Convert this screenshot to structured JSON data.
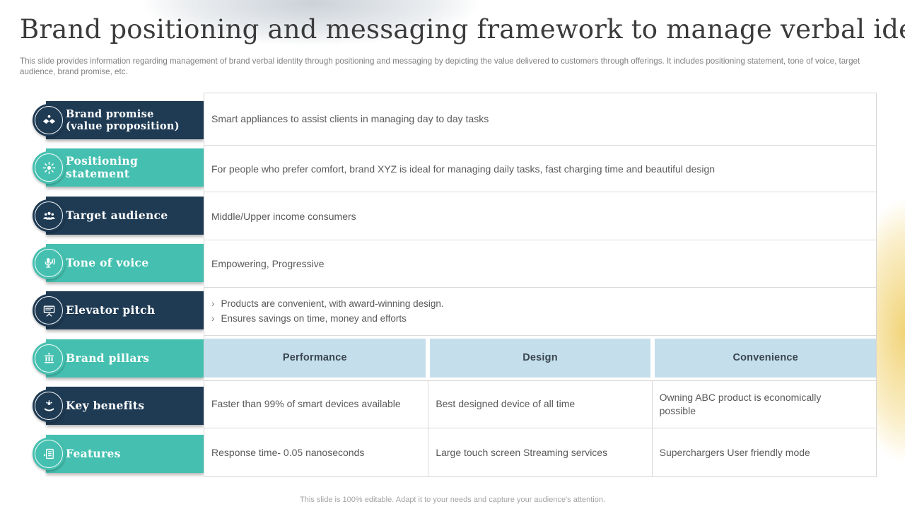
{
  "slide": {
    "title": "Brand positioning and messaging framework to manage verbal identity",
    "subtitle": "This slide provides information regarding management of brand verbal identity through positioning and messaging by depicting the value delivered to customers through offerings. It includes positioning statement, tone of voice, target audience, brand promise, etc.",
    "footer": "This slide is 100% editable. Adapt it to your needs and capture your audience's attention."
  },
  "colors": {
    "navy": "#1f3b54",
    "teal": "#45c0b0",
    "header_blue": "#c5deeb",
    "body_text": "#595959",
    "line": "#d9d9d9"
  },
  "bullet_marker": "›",
  "sidebar": {
    "items": [
      {
        "label_line1": "Brand promise",
        "label_line2": "(value proposition)",
        "icon": "handshake-icon"
      },
      {
        "label": "Positioning statement",
        "icon": "idea-burst-icon"
      },
      {
        "label": "Target audience",
        "icon": "audience-icon"
      },
      {
        "label": "Tone of voice",
        "icon": "microphone-icon"
      },
      {
        "label": "Elevator pitch",
        "icon": "presentation-screen-icon"
      },
      {
        "label": "Brand pillars",
        "icon": "pillars-icon"
      },
      {
        "label": "Key benefits",
        "icon": "hand-gift-icon"
      },
      {
        "label": "Features",
        "icon": "feature-list-icon"
      }
    ]
  },
  "content": {
    "rows": [
      "Smart appliances to assist clients in managing day to day tasks",
      "For people who prefer comfort, brand XYZ  is ideal for managing daily  tasks, fast charging time and beautiful design",
      "Middle/Upper  income consumers",
      "Empowering, Progressive"
    ],
    "elevator_bullets": [
      "Products are convenient, with award-winning design.",
      "Ensures savings on time, money and efforts"
    ],
    "table": {
      "headers": [
        "Performance",
        "Design",
        "Convenience"
      ],
      "rows": [
        [
          "Faster than 99% of smart devices available",
          "Best designed device of all time",
          "Owning ABC product is economically possible"
        ],
        [
          "Response time- 0.05 nanoseconds",
          "Large touch screen Streaming services",
          "Superchargers User friendly mode"
        ]
      ]
    }
  }
}
